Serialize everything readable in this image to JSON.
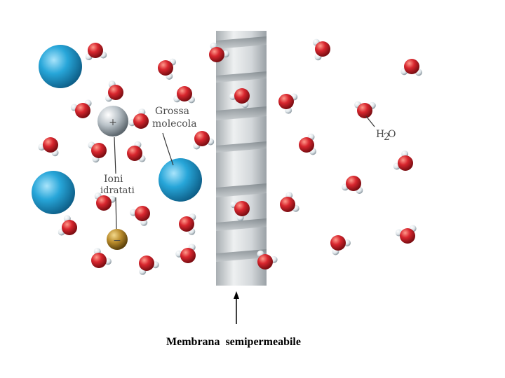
{
  "labels": {
    "large_molecule_line1": "Grossa",
    "large_molecule_line2": "molecola",
    "ions_line1": "Ioni",
    "ions_line2": "idratati",
    "water": "H",
    "water_sub": "2",
    "water_tail": "O",
    "membrane_caption": "Membrana  semipermeabile",
    "cation_sign": "+",
    "anion_sign": "−"
  },
  "colors": {
    "large_molecule": "#27a6d9",
    "oxygen": "#d8262e",
    "hydrogen": "#e8eef2",
    "cation": "#b9c2c8",
    "anion": "#b88a2a",
    "membrane": "#d6dadd"
  }
}
